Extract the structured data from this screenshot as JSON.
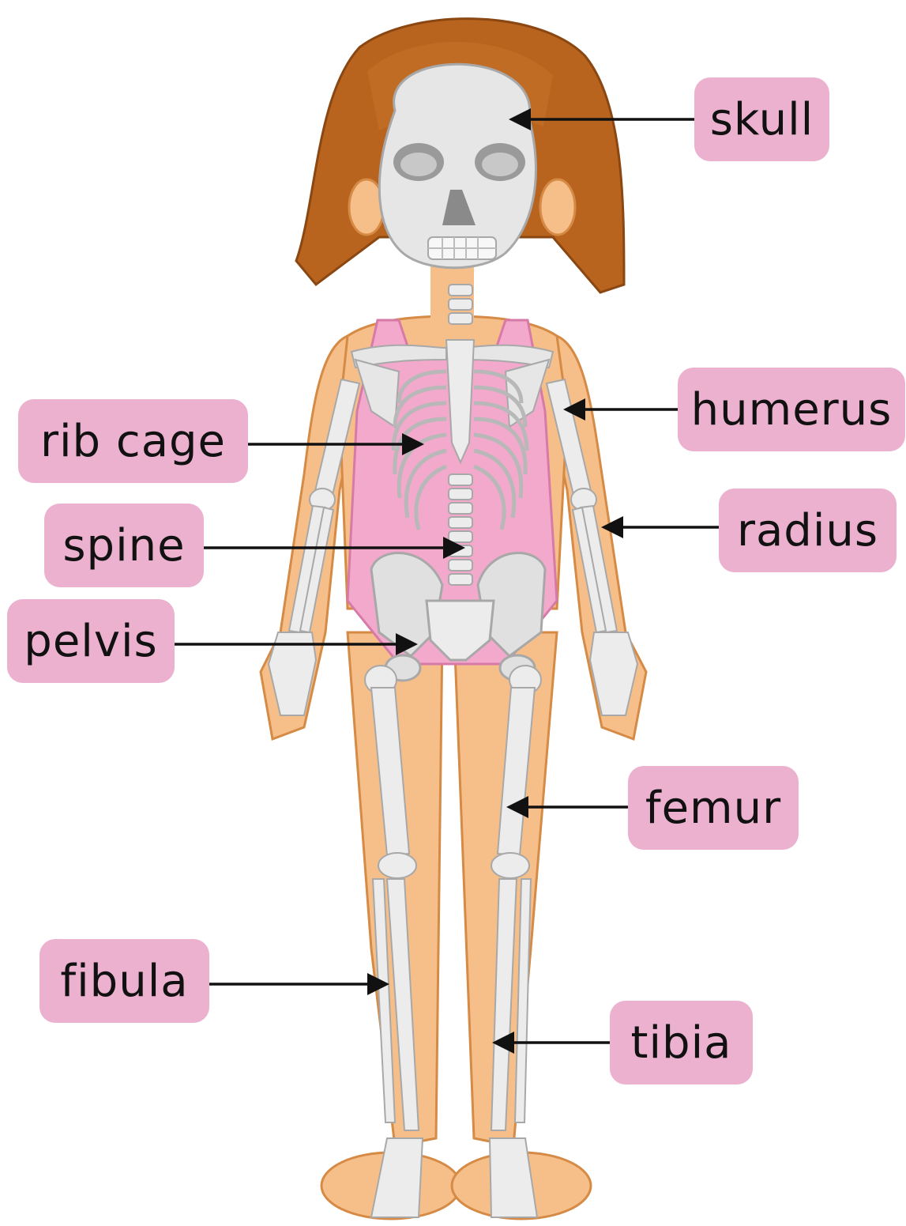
{
  "labels": {
    "skull": "skull",
    "humerus": "humerus",
    "radius": "radius",
    "femur": "femur",
    "tibia": "tibia",
    "rib_cage": "rib cage",
    "spine": "spine",
    "pelvis": "pelvis",
    "fibula": "fibula"
  },
  "colors": {
    "label_background": "#ebb1cf",
    "skin": "#f6bf8a",
    "hair": "#b8641f",
    "bone": "#e4e4e4",
    "swimsuit": "#f2a9cc",
    "pointer": "#111111"
  }
}
